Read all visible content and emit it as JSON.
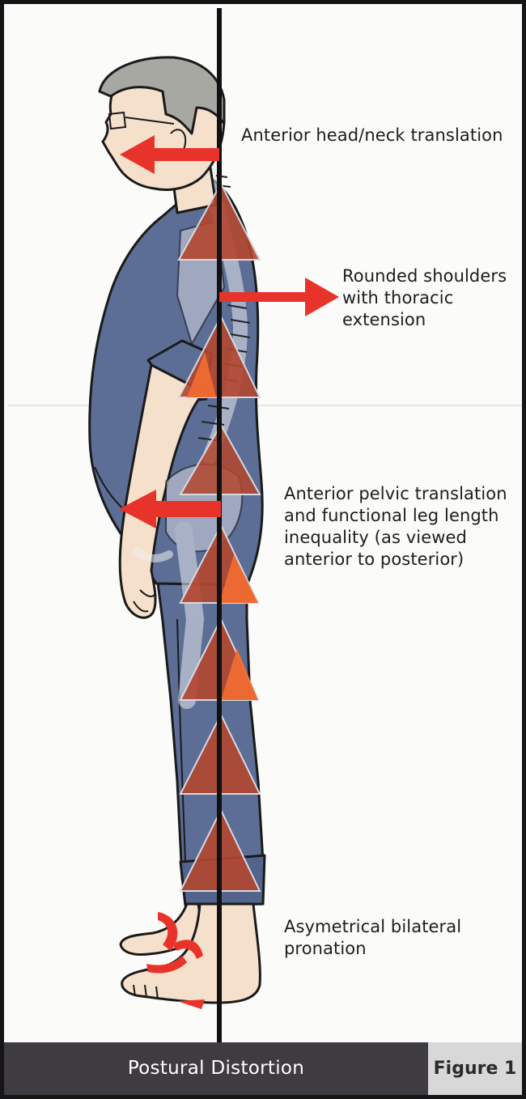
{
  "annotations": {
    "head": "Anterior head/neck translation",
    "shoulders": [
      "Rounded shoulders",
      "with thoracic extension"
    ],
    "pelvic": [
      "Anterior pelvic translation",
      "and functional leg length",
      "inequality (as viewed",
      "anterior to posterior)"
    ],
    "pronation": [
      "Asymetrical bilateral",
      "pronation"
    ]
  },
  "caption": {
    "title": "Postural Distortion",
    "figure": "Figure 1"
  },
  "colors": {
    "arrow": "#e8332a",
    "triangle_dark": "#b2462d",
    "triangle_orange": "#f06a32",
    "clothing": "#5c6e96",
    "skin": "#f5e0cc",
    "hair": "#a8a8a2",
    "plumb_line": "#111111",
    "caption_bar": "#3e3b41",
    "figure_box": "#d9d8d8"
  }
}
